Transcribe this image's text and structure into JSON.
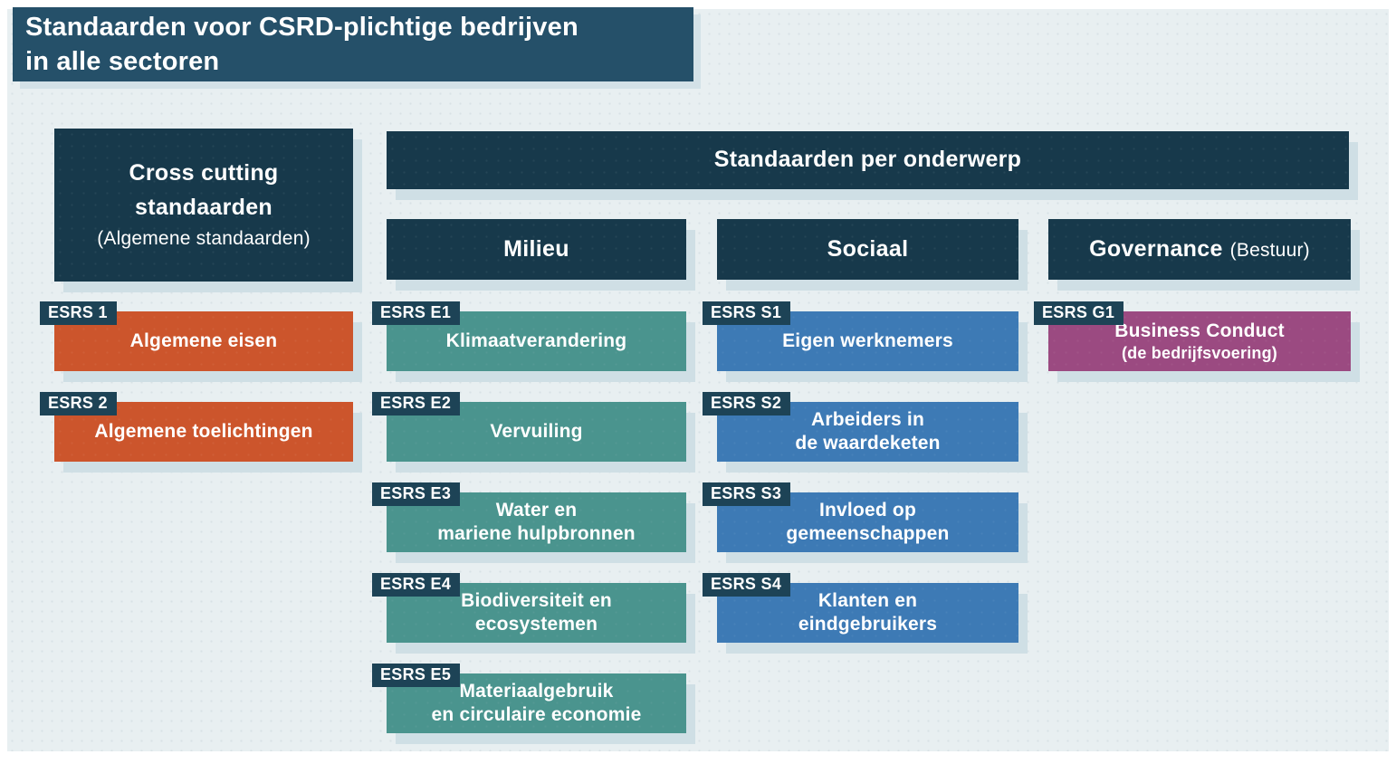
{
  "title": "Standaarden voor CSRD-plichtige bedrijven\nin alle sectoren",
  "colors": {
    "page_background": "#ffffff",
    "panel_background": "#e8eff1",
    "title_navy": "#255069",
    "header_navy": "#17394b",
    "tag_navy": "#1d4356",
    "orange": "#cc552c",
    "teal": "#4a948e",
    "blue": "#3d7ab5",
    "purple": "#9b4a81",
    "shadow": "#cfdfe5",
    "text_white": "#ffffff"
  },
  "cross_cutting": {
    "header_line1": "Cross cutting",
    "header_line2": "standaarden",
    "header_sub": "(Algemene standaarden)",
    "color": "#cc552c",
    "items": [
      {
        "tag": "ESRS 1",
        "label": "Algemene eisen"
      },
      {
        "tag": "ESRS 2",
        "label": "Algemene toelichtingen"
      }
    ]
  },
  "topic": {
    "header": "Standaarden per onderwerp",
    "columns": [
      {
        "name": "Milieu",
        "name_sub": "",
        "color": "#4a948e",
        "items": [
          {
            "tag": "ESRS E1",
            "label": "Klimaatverandering"
          },
          {
            "tag": "ESRS E2",
            "label": "Vervuiling"
          },
          {
            "tag": "ESRS E3",
            "label": "Water en\nmariene hulpbronnen"
          },
          {
            "tag": "ESRS E4",
            "label": "Biodiversiteit en\necosystemen"
          },
          {
            "tag": "ESRS E5",
            "label": "Materiaalgebruik\nen circulaire economie"
          }
        ]
      },
      {
        "name": "Sociaal",
        "name_sub": "",
        "color": "#3d7ab5",
        "items": [
          {
            "tag": "ESRS S1",
            "label": "Eigen werknemers"
          },
          {
            "tag": "ESRS S2",
            "label": "Arbeiders in\nde waardeketen"
          },
          {
            "tag": "ESRS S3",
            "label": "Invloed op\ngemeenschappen"
          },
          {
            "tag": "ESRS S4",
            "label": "Klanten en\neindgebruikers"
          }
        ]
      },
      {
        "name": "Governance",
        "name_sub": "(Bestuur)",
        "color": "#9b4a81",
        "items": [
          {
            "tag": "ESRS G1",
            "label": "Business Conduct",
            "sublabel": "(de bedrijfsvoering)"
          }
        ]
      }
    ]
  }
}
